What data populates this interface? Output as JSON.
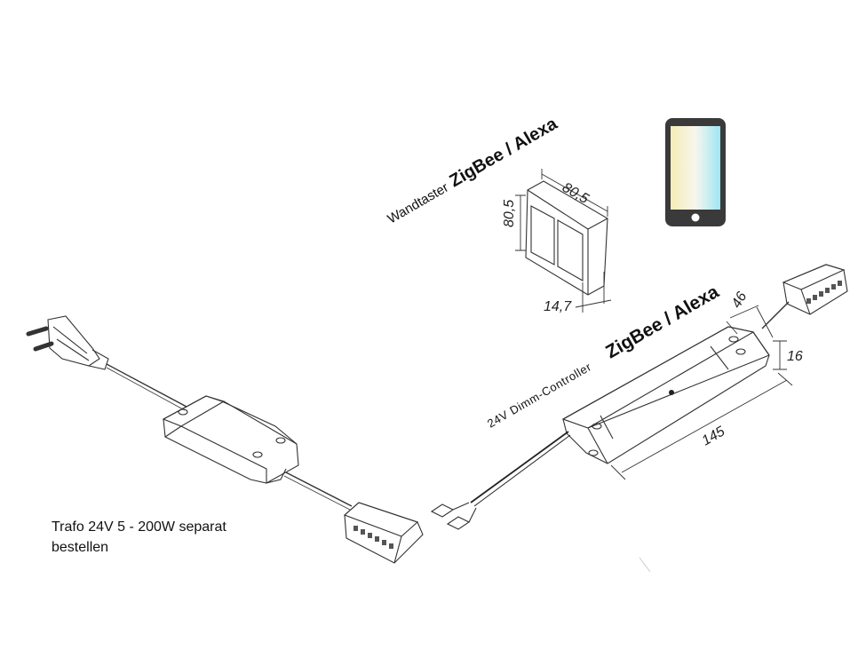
{
  "wall_switch": {
    "label": "Wandtaster",
    "protocol": "ZigBee / Alexa",
    "dim_width": "80,5",
    "dim_height": "80,5",
    "dim_depth": "14,7"
  },
  "controller": {
    "label": "24V Dimm-Controller",
    "protocol": "ZigBee / Alexa",
    "dim_length": "145",
    "dim_width": "46",
    "dim_height": "16"
  },
  "trafo": {
    "line1": "Trafo 24V 5 - 200W separat",
    "line2": "bestellen"
  },
  "colors": {
    "outline": "#333333",
    "device_fill": "#e6e6e6",
    "phone_body": "#3a3a3a"
  }
}
